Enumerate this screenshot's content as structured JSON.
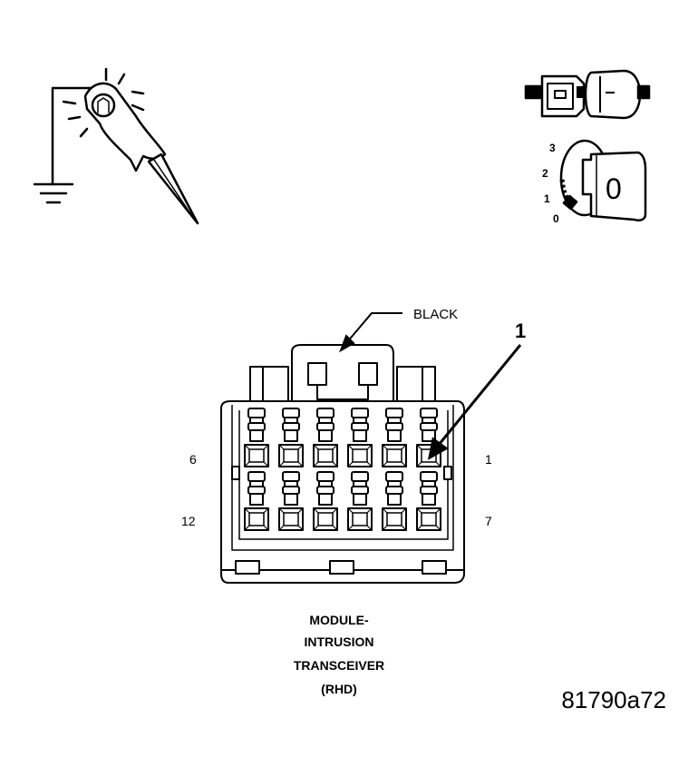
{
  "connector": {
    "color_label": "BLACK",
    "callout_number": "1",
    "pin_labels": {
      "top_left": "6",
      "top_right": "1",
      "bottom_left": "12",
      "bottom_right": "7"
    },
    "rows": 2,
    "cols": 6
  },
  "ignition_key": {
    "positions": [
      "3",
      "2",
      "1",
      "0"
    ],
    "key_face": "0"
  },
  "caption": {
    "line1": "MODULE-",
    "line2": "INTRUSION",
    "line3": "TRANSCEIVER",
    "line4": "(RHD)"
  },
  "figure_id": "81790a72"
}
